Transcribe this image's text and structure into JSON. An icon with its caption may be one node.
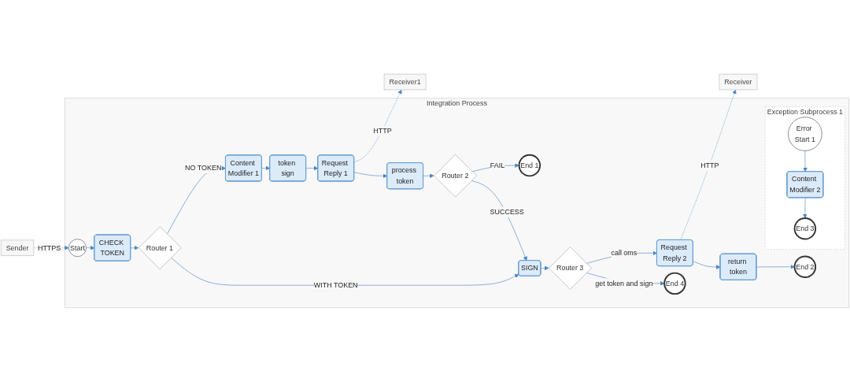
{
  "diagram": {
    "nodes": [
      {
        "text": [
          "Sender"
        ]
      },
      {
        "text": [
          "Receiver1"
        ]
      },
      {
        "text": [
          "Receiver"
        ]
      },
      {
        "text": [
          "Integration Process"
        ]
      },
      {
        "text": [
          "Content Modifier 1"
        ],
        "in": 3
      },
      {
        "text": [
          "token sign"
        ],
        "in": 3
      },
      {
        "text": [
          "Request Reply 1"
        ],
        "in": 3
      },
      {
        "text": [
          "process token"
        ],
        "in": 3
      },
      {
        "text": [
          "Router 2"
        ],
        "in": 3
      },
      {
        "text": [
          "End 1"
        ],
        "in": 3
      },
      {
        "text": [
          "Start"
        ],
        "in": 3
      },
      {
        "text": [
          "CHECK TOKEN"
        ],
        "in": 3
      },
      {
        "text": [
          "Router 1"
        ],
        "in": 3
      },
      {
        "text": [
          "SIGN"
        ],
        "in": 3
      },
      {
        "text": [
          "Router 3"
        ],
        "in": 3
      },
      {
        "text": [
          "Request Reply 2"
        ],
        "in": 3
      },
      {
        "text": [
          "return token"
        ],
        "in": 3
      },
      {
        "text": [
          "End 2"
        ],
        "in": 3
      },
      {
        "text": [
          "End 4"
        ],
        "in": 3
      },
      {
        "text": [
          "Exception Subprocess 1"
        ],
        "in": 3
      },
      {
        "text": [
          "Error Start 1"
        ],
        "in": 19
      },
      {
        "text": [
          "Content Modifier 2"
        ],
        "in": 19
      },
      {
        "text": [
          "End 3"
        ],
        "in": 19
      }
    ],
    "edges": [
      {
        "from": 0,
        "to": 10,
        "arrow": "to",
        "label": "HTTPS",
        "style": "dashed"
      },
      {
        "from": 10,
        "to": 11,
        "arrow": "to"
      },
      {
        "from": 11,
        "to": 12,
        "arrow": "to"
      },
      {
        "from": 12,
        "to": 4,
        "arrow": "to",
        "label": "NO TOKEN"
      },
      {
        "from": 12,
        "to": 13,
        "arrow": "to",
        "label": "WITH TOKEN"
      },
      {
        "from": 4,
        "to": 5,
        "arrow": "to"
      },
      {
        "from": 5,
        "to": 6,
        "arrow": "to"
      },
      {
        "from": 6,
        "to": 1,
        "arrow": "to",
        "label": "HTTP",
        "style": "dashed"
      },
      {
        "from": 6,
        "to": 7,
        "arrow": "to"
      },
      {
        "from": 7,
        "to": 8,
        "arrow": "to"
      },
      {
        "from": 8,
        "to": 9,
        "arrow": "to",
        "label": "FAIL"
      },
      {
        "from": 8,
        "to": 13,
        "arrow": "to",
        "label": "SUCCESS"
      },
      {
        "from": 13,
        "to": 14,
        "arrow": "to"
      },
      {
        "from": 14,
        "to": 15,
        "arrow": "to",
        "label": "call oms"
      },
      {
        "from": 14,
        "to": 18,
        "arrow": "to",
        "label": "get token and sign"
      },
      {
        "from": 15,
        "to": 2,
        "arrow": "to",
        "label": "HTTP",
        "style": "dashed"
      },
      {
        "from": 15,
        "to": 16,
        "arrow": "to"
      },
      {
        "from": 16,
        "to": 17,
        "arrow": "to"
      },
      {
        "from": 20,
        "to": 21,
        "arrow": "to"
      },
      {
        "from": 21,
        "to": 22,
        "arrow": "to"
      }
    ]
  }
}
